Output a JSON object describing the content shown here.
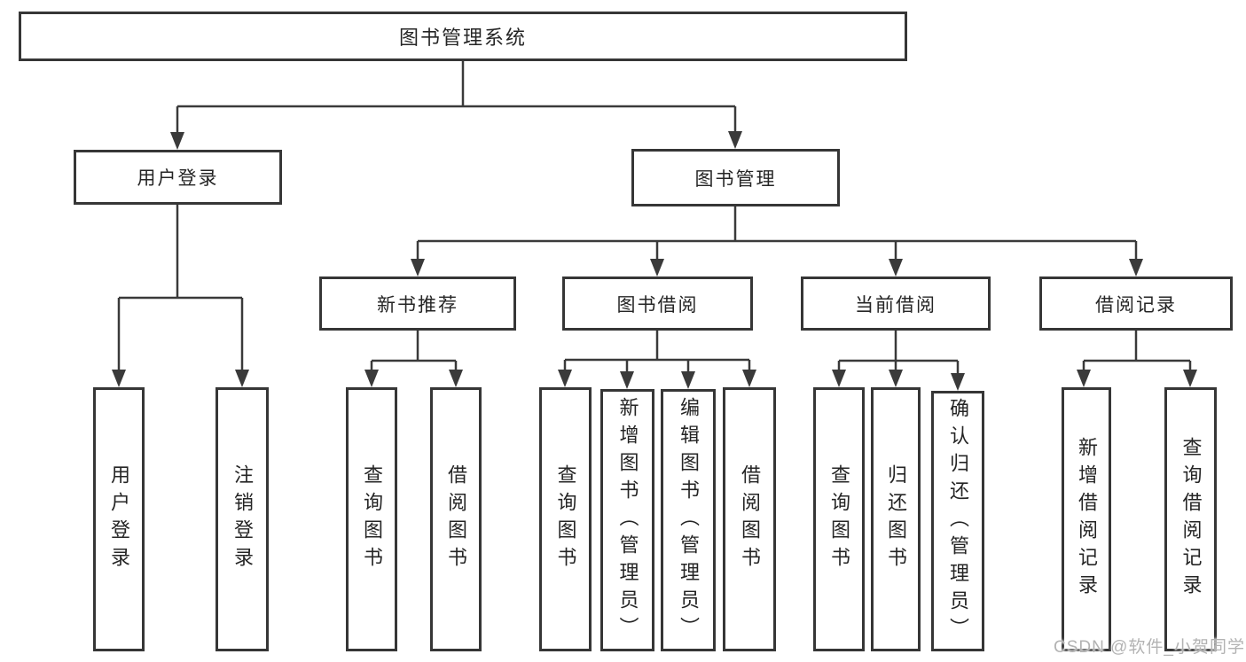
{
  "diagram_type": "hierarchy-tree",
  "colors": {
    "background": "#ffffff",
    "line": "#3a3a3a",
    "box_border": "#363636",
    "text": "#252525",
    "watermark": "#b3b3b3"
  },
  "tree": {
    "label": "图书管理系统",
    "children": [
      {
        "label": "用户登录",
        "children": [
          {
            "label": "用户登录"
          },
          {
            "label": "注销登录"
          }
        ]
      },
      {
        "label": "图书管理",
        "children": [
          {
            "label": "新书推荐",
            "children": [
              {
                "label": "查询图书"
              },
              {
                "label": "借阅图书"
              }
            ]
          },
          {
            "label": "图书借阅",
            "children": [
              {
                "label": "查询图书"
              },
              {
                "label": "新增图书（管理员）"
              },
              {
                "label": "编辑图书（管理员）"
              },
              {
                "label": "借阅图书"
              }
            ]
          },
          {
            "label": "当前借阅",
            "children": [
              {
                "label": "查询图书"
              },
              {
                "label": "归还图书"
              },
              {
                "label": "确认归还（管理员）"
              }
            ]
          },
          {
            "label": "借阅记录",
            "children": [
              {
                "label": "新增借阅记录"
              },
              {
                "label": "查询借阅记录"
              }
            ]
          }
        ]
      }
    ]
  },
  "watermark": {
    "text": "CSDN @软件_小贺同学"
  }
}
